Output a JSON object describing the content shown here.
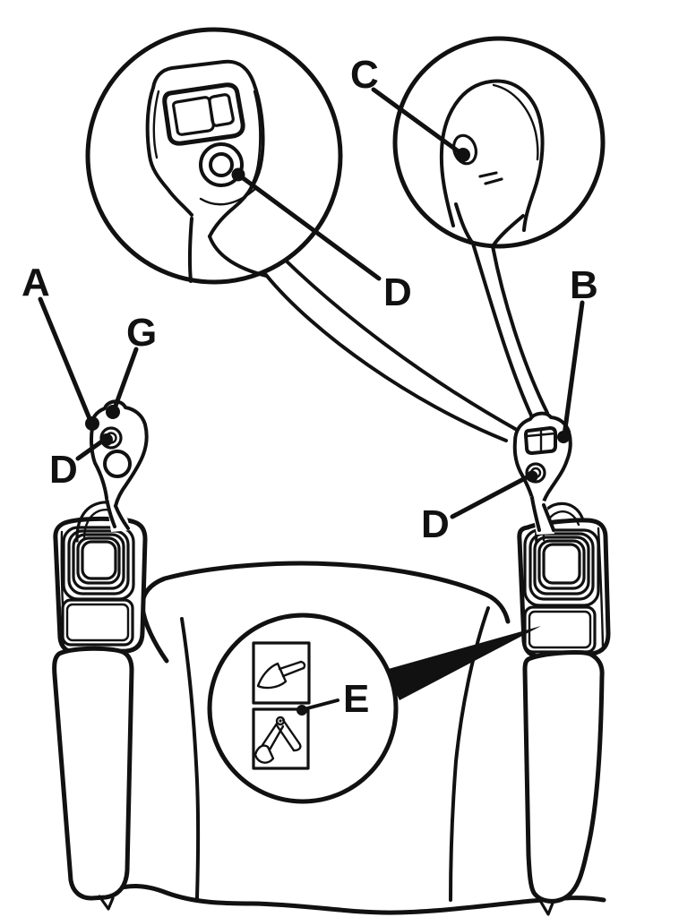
{
  "diagram": {
    "colors": {
      "line": "#111111",
      "background": "#ffffff"
    },
    "callouts": {
      "a": "A",
      "b": "B",
      "c": "C",
      "d": "D",
      "e": "E",
      "g": "G"
    },
    "decal_icons": [
      {
        "name": "loader-bucket-icon"
      },
      {
        "name": "excavator-arm-icon"
      }
    ]
  }
}
